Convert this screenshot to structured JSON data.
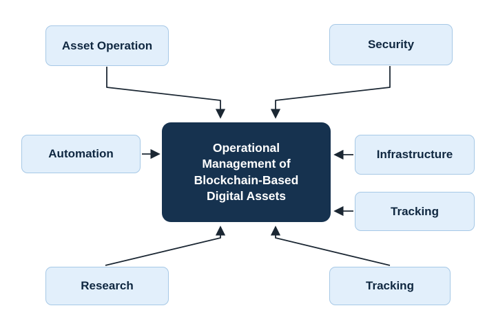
{
  "diagram": {
    "title": "Operational Management of Blockchain-Based Digital Assets concept map",
    "center": {
      "label": "Operational Management of Blockchain-Based Digital Assets",
      "lines": [
        "Operational",
        "Management of",
        "Blockchain-Based",
        "Digital Assets"
      ],
      "bg_color": "#16324f",
      "text_color": "#ffffff"
    },
    "nodes": [
      {
        "id": "asset-operation",
        "label": "Asset Operation",
        "position": "top-left"
      },
      {
        "id": "security",
        "label": "Security",
        "position": "top-right"
      },
      {
        "id": "automation",
        "label": "Automation",
        "position": "mid-left"
      },
      {
        "id": "infrastructure",
        "label": "Infrastructure",
        "position": "mid-right"
      },
      {
        "id": "tracking-right",
        "label": "Tracking",
        "position": "lower-right"
      },
      {
        "id": "research",
        "label": "Research",
        "position": "bottom-left"
      },
      {
        "id": "tracking-bottom",
        "label": "Tracking",
        "position": "bottom-right"
      }
    ],
    "connections": [
      {
        "from": "asset-operation",
        "to": "center"
      },
      {
        "from": "security",
        "to": "center"
      },
      {
        "from": "automation",
        "to": "center"
      },
      {
        "from": "infrastructure",
        "to": "center"
      },
      {
        "from": "tracking-right",
        "to": "center"
      },
      {
        "from": "research",
        "to": "center"
      },
      {
        "from": "tracking-bottom",
        "to": "center"
      }
    ],
    "node_style": {
      "bg_color": "#e2effb",
      "border_color": "#a6c8e6",
      "text_color": "#0f2740"
    },
    "arrow_color": "#1b2733",
    "background_color": "#ffffff"
  }
}
